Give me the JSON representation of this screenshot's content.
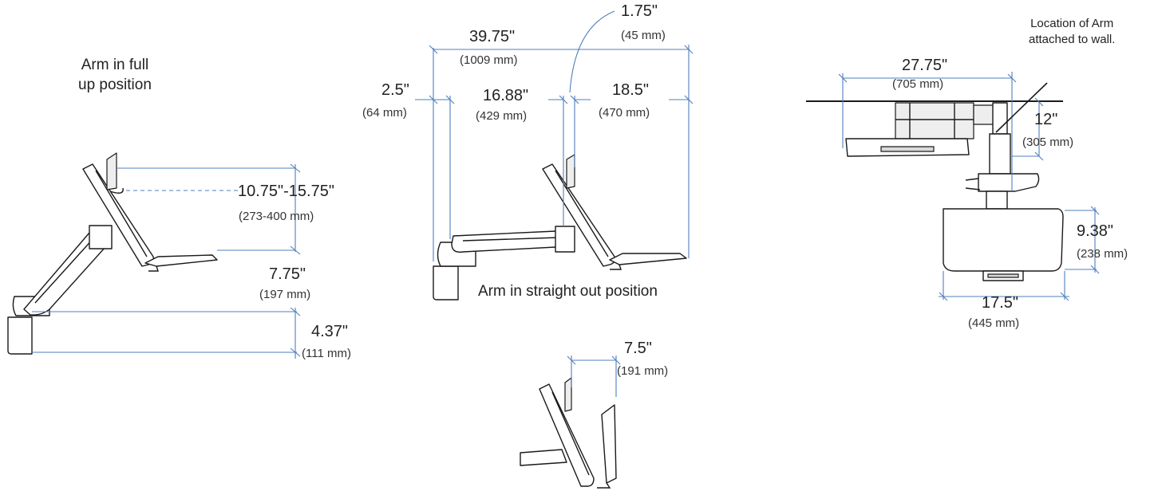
{
  "captions": {
    "full_up_line1": "Arm in full",
    "full_up_line2": "up position",
    "straight_out": "Arm in straight out position",
    "wall_line1": "Location of Arm",
    "wall_line2": "attached to wall."
  },
  "dimensions": {
    "left_height_range": "10.75\"-15.75\"",
    "left_height_range_mm": "(273-400 mm)",
    "left_tray_drop": "7.75\"",
    "left_tray_drop_mm": "(197 mm)",
    "left_base": "4.37\"",
    "left_base_mm": "(111 mm)",
    "total_reach": "39.75\"",
    "total_reach_mm": "(1009 mm)",
    "top_offset": "1.75\"",
    "top_offset_mm": "(45 mm)",
    "wall_gap": "2.5\"",
    "wall_gap_mm": "(64 mm)",
    "arm_length": "16.88\"",
    "arm_length_mm": "(429 mm)",
    "tray_depth": "18.5\"",
    "tray_depth_mm": "(470 mm)",
    "folded_depth": "7.5\"",
    "folded_depth_mm": "(191 mm)",
    "top_view_width": "27.75\"",
    "top_view_width_mm": "(705 mm)",
    "top_view_offset": "12\"",
    "top_view_offset_mm": "(305 mm)",
    "tray_side": "9.38\"",
    "tray_side_mm": "(238 mm)",
    "tray_width": "17.5\"",
    "tray_width_mm": "(445 mm)"
  },
  "colors": {
    "dimension_line": "#4f7fbd",
    "outline": "#1a1a1a"
  }
}
